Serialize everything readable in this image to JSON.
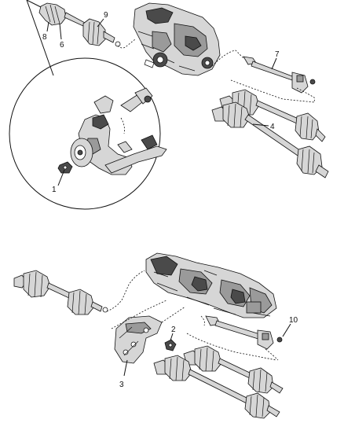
{
  "callouts": {
    "c1": "1",
    "c2": "2",
    "c3": "3",
    "c4": "4",
    "c6": "6",
    "c7": "7",
    "c8": "8",
    "c9": "9",
    "c10": "10"
  },
  "colors": {
    "line": "#111111",
    "part_light": "#d6d6d6",
    "part_mid": "#9a9a9a",
    "part_dark": "#4a4a4a",
    "background": "#ffffff"
  }
}
